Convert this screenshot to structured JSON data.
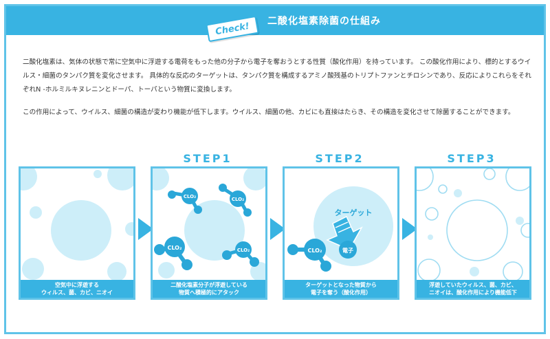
{
  "header": {
    "badge": "Check!",
    "title": "二酸化塩素除菌の仕組み"
  },
  "intro": {
    "para1": "二酸化塩素は、気体の状態で常に空気中に浮遊する電荷をもった他の分子から電子を奪おうとする性質（酸化作用）を持っています。 この酸化作用により、標的とするウイルス・細菌のタンパク質を変化させます。 具体的な反応のターゲットは、タンパク質を構成するアミノ酸残基のトリプトファンとチロシンであり、反応によりこれらをそれぞれN -ホルミルキヌレニンとドーパ、トーパという物質に変換します。",
    "para2": "この作用によって、ウイルス、細菌の構造が変わり機能が低下します。ウイルス、細菌の他、カビにも直接はたらき、その構造を変化させて除菌することができます。"
  },
  "steps": [
    {
      "label": "",
      "caption_line1": "空気中に浮遊する",
      "caption_line2": "ウィルス、菌、カビ、ニオイ"
    },
    {
      "label": "STEP1",
      "caption_line1": "二酸化塩素分子が浮遊している",
      "caption_line2": "物質へ積極的にアタック"
    },
    {
      "label": "STEP2",
      "caption_line1": "ターゲットとなった物質から",
      "caption_line2": "電子を奪う（酸化作用）"
    },
    {
      "label": "STEP3",
      "caption_line1": "浮遊していたウィルス、菌、カビ、",
      "caption_line2": "ニオイは、酸化作用により機能低下"
    }
  ],
  "diagram": {
    "molecule_label": "CLO₂",
    "target_label": "ターゲット",
    "electron_label": "電子"
  },
  "colors": {
    "accent": "#38b3e2",
    "bubble": "#cdeef9",
    "molecule": "#2aa7d8"
  }
}
